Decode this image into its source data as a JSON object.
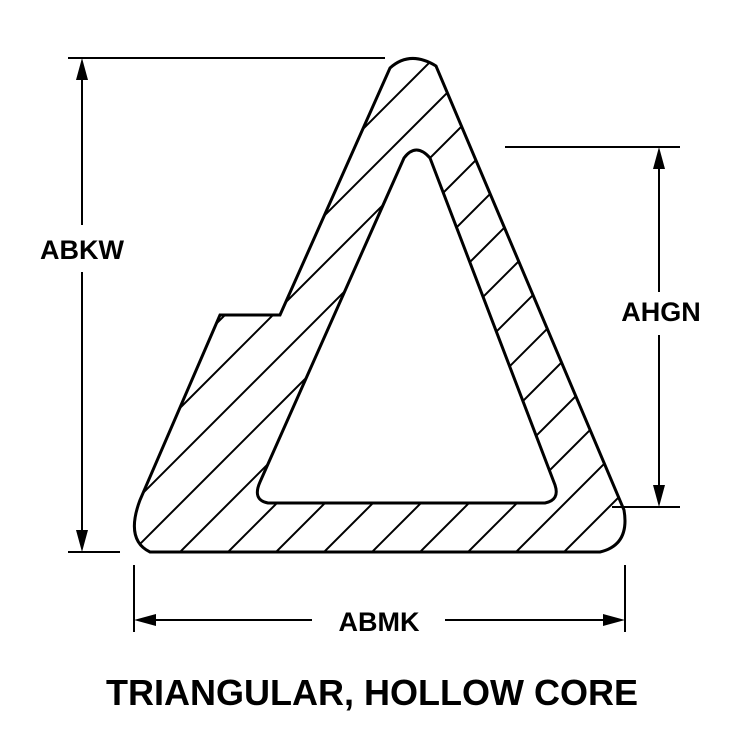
{
  "dimensions": {
    "overall_height": "ABKW",
    "core_height": "AHGN",
    "base_width": "ABMK"
  },
  "caption": "TRIANGULAR, HOLLOW CORE"
}
